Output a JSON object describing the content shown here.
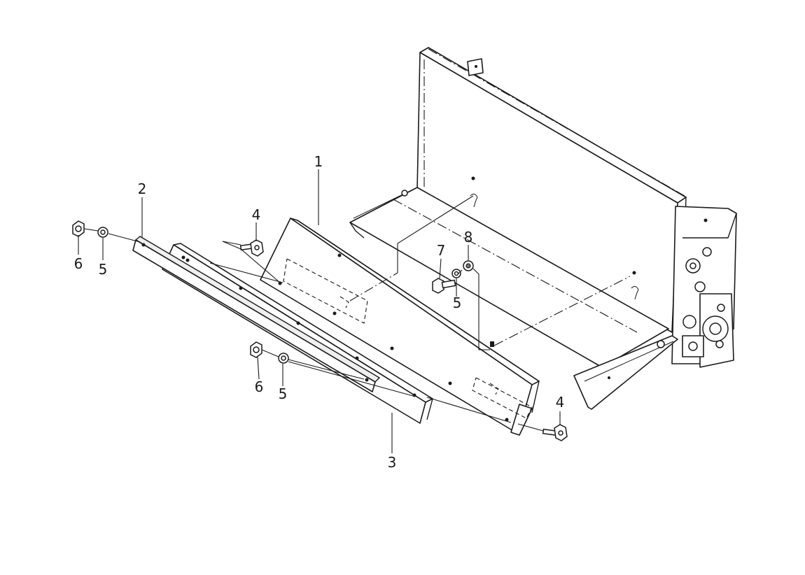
{
  "callouts": {
    "c1": "1",
    "c2": "2",
    "c3": "3",
    "c4a": "4",
    "c4b": "4",
    "c5a": "5",
    "c5b": "5",
    "c5c": "5",
    "c6a": "6",
    "c6b": "6",
    "c7": "7",
    "c8": "8"
  },
  "colors": {
    "ink": "#1a1a1a",
    "paper": "#ffffff"
  }
}
